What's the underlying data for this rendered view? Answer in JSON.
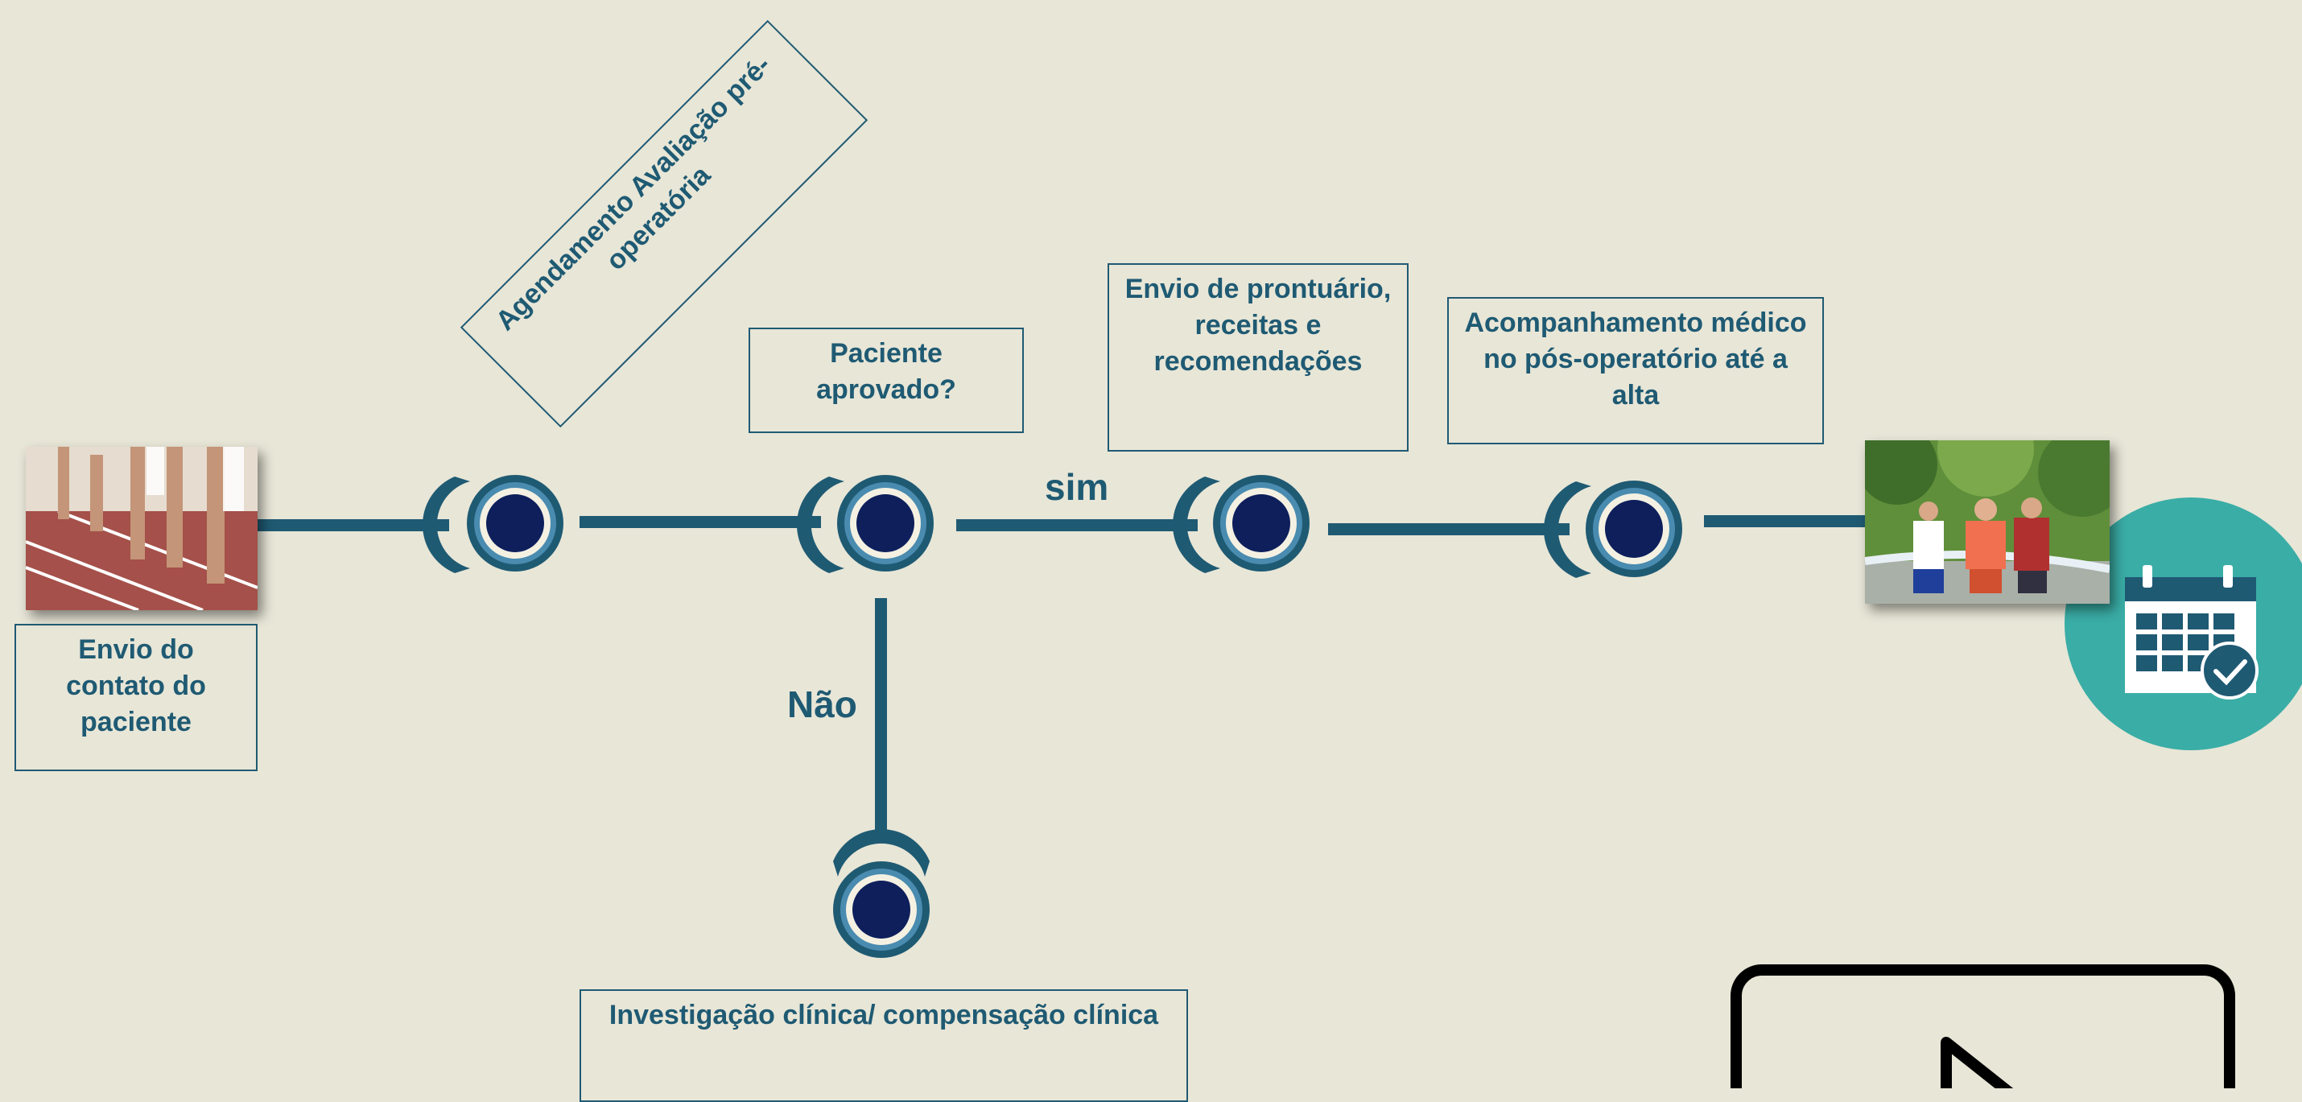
{
  "nodes": {
    "envio_contato": "Envio do\ncontato do\npaciente",
    "agendamento": "Agendamento Avaliação pré-\noperatória",
    "paciente_aprovado": "Paciente\naprovado?",
    "envio_prontuario": "Envio de prontuário,\nreceitas e\nrecomendações",
    "acompanhamento": "Acompanhamento médico\nno pós-operatório até a\nalta",
    "investigacao": "Investigação clínica/ compensação clínica"
  },
  "branches": {
    "yes": "sim",
    "no": "Não"
  },
  "colors": {
    "background": "#e8e6d7",
    "line": "#1f5a73",
    "node_inner": "#0e1f5c",
    "calendar_circle": "#3aada6"
  },
  "icons": [
    "calendar-check-icon",
    "play-icon"
  ]
}
